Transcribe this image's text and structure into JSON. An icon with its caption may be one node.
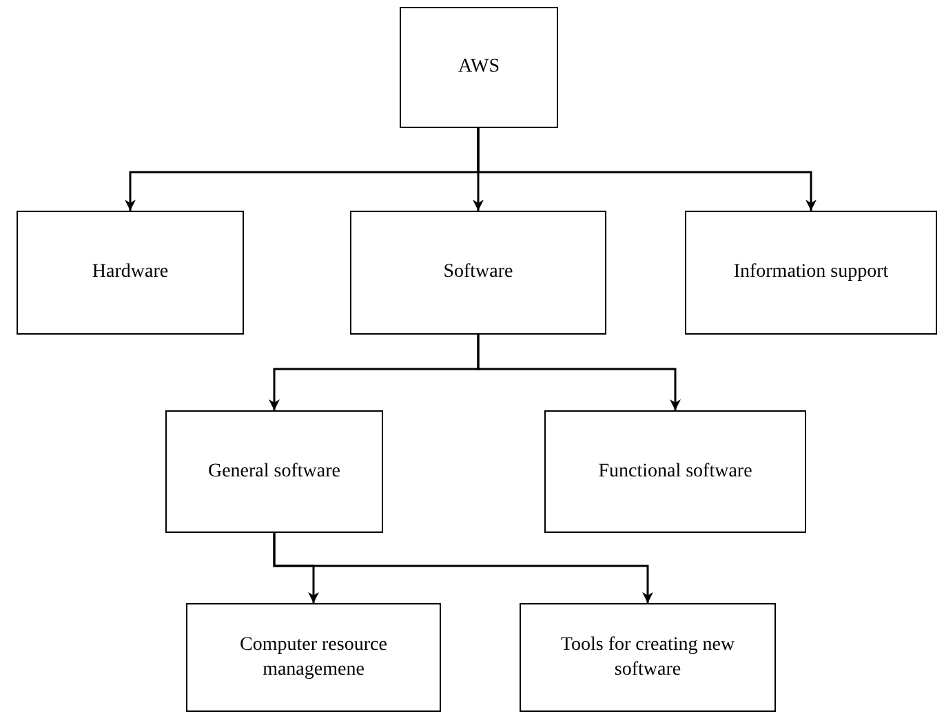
{
  "diagram": {
    "nodes": [
      {
        "text": [
          "AWS"
        ]
      },
      {
        "text": [
          "Hardware"
        ]
      },
      {
        "text": [
          "Software"
        ]
      },
      {
        "text": [
          "Information support"
        ]
      },
      {
        "text": [
          "General software"
        ]
      },
      {
        "text": [
          "Functional software"
        ]
      },
      {
        "text": [
          "Computer resource managemene"
        ]
      },
      {
        "text": [
          "Tools for creating new software"
        ]
      }
    ],
    "edges": [
      {
        "from": 0,
        "to": 1,
        "arrow": "to"
      },
      {
        "from": 0,
        "to": 2,
        "arrow": "to"
      },
      {
        "from": 0,
        "to": 3,
        "arrow": "to"
      },
      {
        "from": 2,
        "to": 4,
        "arrow": "to"
      },
      {
        "from": 2,
        "to": 5,
        "arrow": "to"
      },
      {
        "from": 4,
        "to": 6,
        "arrow": "to"
      },
      {
        "from": 4,
        "to": 7,
        "arrow": "to"
      }
    ]
  }
}
